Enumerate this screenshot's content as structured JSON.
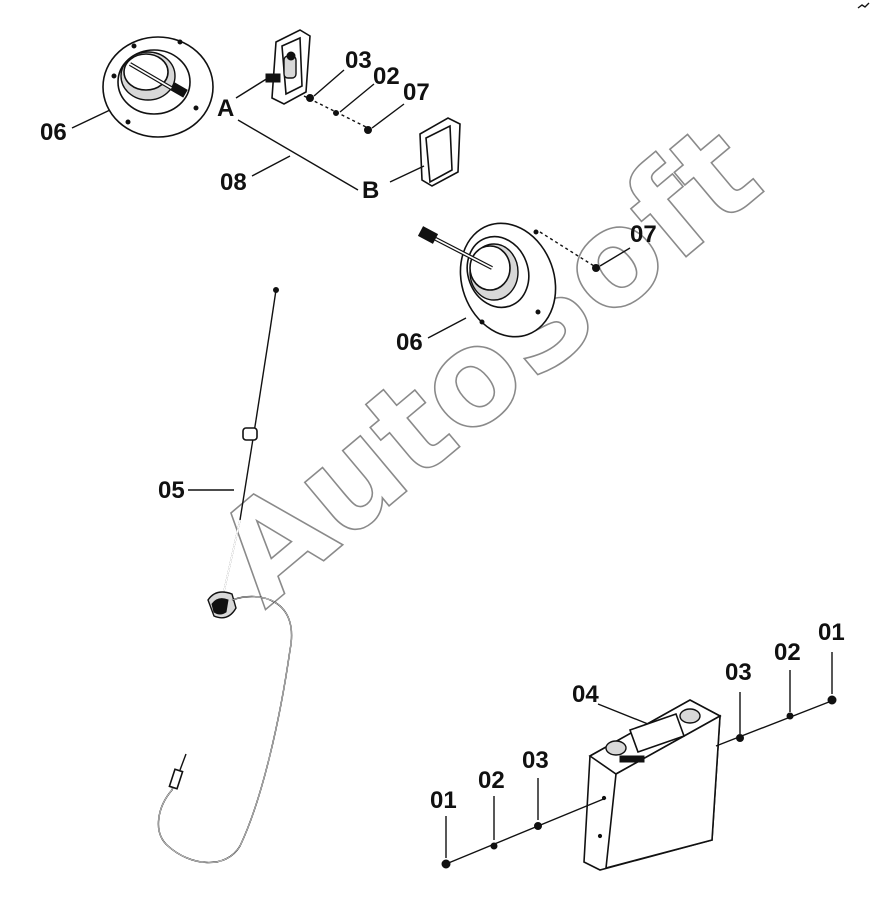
{
  "watermark": "AutoSoft",
  "callouts": {
    "top_left_06": "06",
    "label_a": "A",
    "label_b": "B",
    "top_03": "03",
    "top_02": "02",
    "top_07": "07",
    "label_08": "08",
    "mid_07": "07",
    "mid_06": "06",
    "label_05": "05",
    "label_04": "04",
    "right_03": "03",
    "right_02": "02",
    "right_01": "01",
    "left_01": "01",
    "left_02": "02",
    "left_03": "03"
  }
}
